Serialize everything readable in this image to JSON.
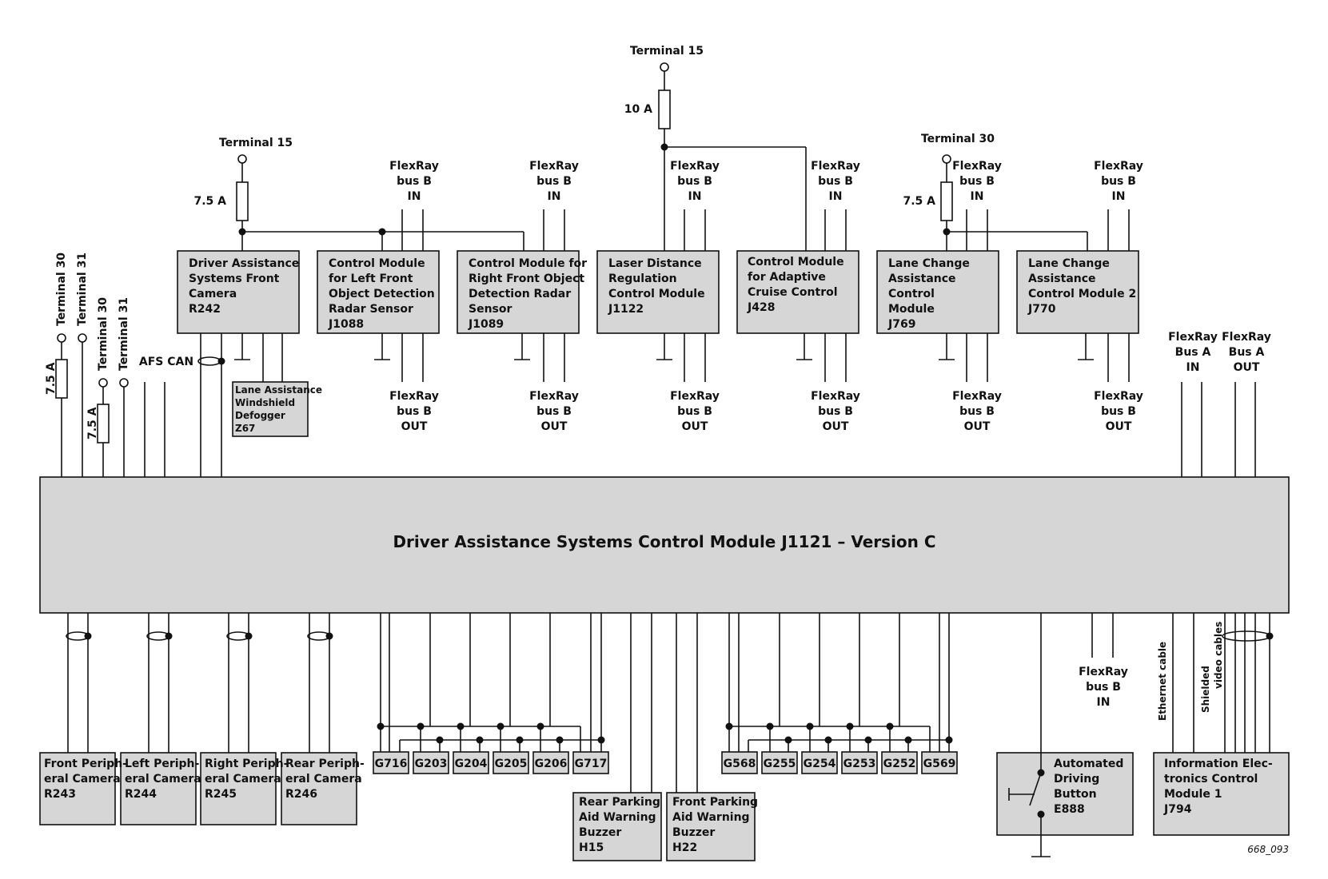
{
  "figure_ref": "668_093",
  "main_module": "Driver Assistance Systems Control Module J1121 – Version C",
  "top_modules": [
    [
      "Driver Assistance",
      "Systems Front",
      "Camera",
      "R242"
    ],
    [
      "Control Module",
      "for Left Front",
      "Object Detection",
      "Radar Sensor",
      "J1088"
    ],
    [
      "Control Module for",
      "Right Front Object",
      "Detection Radar",
      "Sensor",
      "J1089"
    ],
    [
      "Laser Distance",
      "Regulation",
      "Control Module",
      "J1122"
    ],
    [
      "Control Module",
      "for Adaptive",
      "Cruise Control",
      "J428"
    ],
    [
      "Lane Change",
      "Assistance",
      "Control",
      "Module",
      "J769"
    ],
    [
      "Lane Change",
      "Assistance",
      "Control Module 2",
      "J770"
    ]
  ],
  "defogger": [
    "Lane Assistance",
    "Windshield",
    "Defogger",
    "Z67"
  ],
  "terminals": {
    "t15_left": "Terminal 15",
    "t15_center": "Terminal 15",
    "t30_right": "Terminal 30",
    "side": [
      "Terminal 30",
      "Terminal 31",
      "Terminal 30",
      "Terminal 31"
    ]
  },
  "fuses": {
    "left_top": "7.5 A",
    "center": "10 A",
    "right": "7.5 A",
    "side_1": "7.5 A",
    "side_2": "7.5 A"
  },
  "afs_can": "AFS CAN",
  "flexray_in": [
    "FlexRay",
    "bus B",
    "IN"
  ],
  "flexray_out": [
    "FlexRay",
    "bus B",
    "OUT"
  ],
  "flexray_a_in": [
    "FlexRay",
    "Bus A",
    "IN"
  ],
  "flexray_a_out": [
    "FlexRay",
    "Bus A",
    "OUT"
  ],
  "bottom_cameras": [
    [
      "Front Periph-",
      "eral Camera",
      "R243"
    ],
    [
      "Left Periph-",
      "eral Camera",
      "R244"
    ],
    [
      "Right Periph-",
      "eral Camera",
      "R245"
    ],
    [
      "Rear Periph-",
      "eral Camera",
      "R246"
    ]
  ],
  "rear_sensors": [
    "G716",
    "G203",
    "G204",
    "G205",
    "G206",
    "G717"
  ],
  "front_sensors": [
    "G568",
    "G255",
    "G254",
    "G253",
    "G252",
    "G569"
  ],
  "rear_buzzer": [
    "Rear Parking",
    "Aid Warning",
    "Buzzer",
    "H15"
  ],
  "front_buzzer": [
    "Front Parking",
    "Aid Warning",
    "Buzzer",
    "H22"
  ],
  "auto_button": [
    "Automated",
    "Driving",
    "Button",
    "E888"
  ],
  "info_module": [
    "Information Elec-",
    "tronics Control",
    "Module 1",
    "J794"
  ],
  "ethernet": "Ethernet cable",
  "shielded": [
    "Shielded",
    "video cables"
  ]
}
